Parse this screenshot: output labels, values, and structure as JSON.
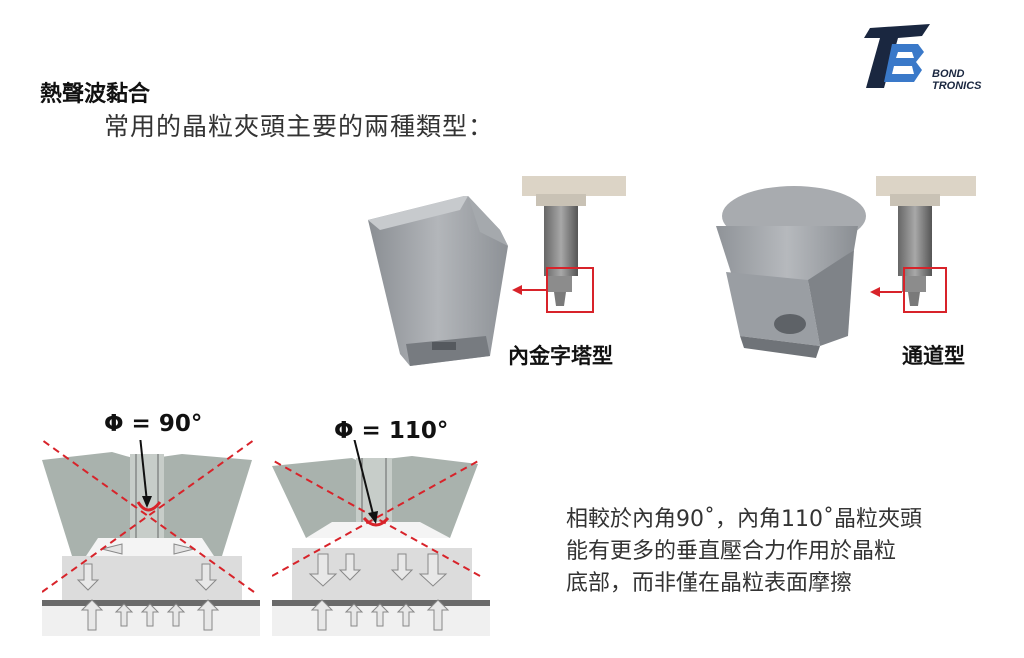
{
  "header": {
    "title": "熱聲波黏合",
    "subtitle": "常用的晶粒夾頭主要的兩種類型："
  },
  "logo": {
    "line1": "BOND",
    "line2": "TRONICS",
    "icon": "bt-logo-icon",
    "color_dark": "#1a2740",
    "color_blue": "#3a79c9"
  },
  "types": [
    {
      "label": "內金字塔型"
    },
    {
      "label": "通道型"
    }
  ],
  "angles": [
    {
      "label": "Φ = 90°"
    },
    {
      "label": "Φ = 110°"
    }
  ],
  "description": {
    "lines": [
      "相較於內角90˚，內角110˚晶粒夾頭",
      "能有更多的垂直壓合力作用於晶粒",
      "底部，而非僅在晶粒表面摩擦"
    ]
  },
  "colors": {
    "highlight_red": "#d8232a",
    "collet_grey": "#9a9ea3"
  }
}
